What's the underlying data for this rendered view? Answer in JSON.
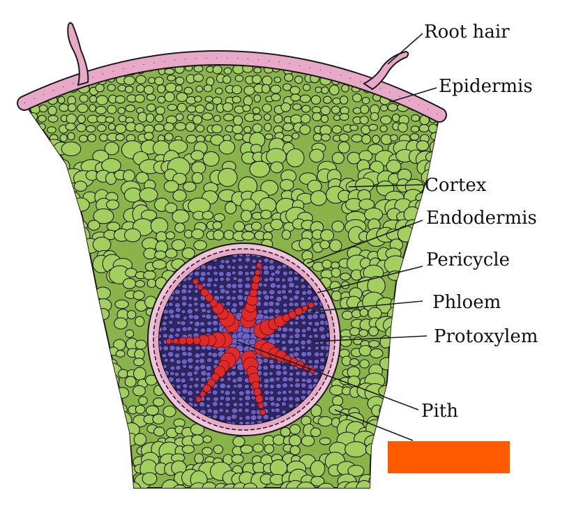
{
  "diagram": {
    "labels": {
      "root_hair": "Root  hair",
      "epidermis": "Epidermis",
      "cortex": "Cortex",
      "endodermis": "Endodermis",
      "pericycle": "Pericycle",
      "phloem": "Phloem",
      "protoxylem": "Protoxylem",
      "pith": "Pith"
    },
    "colors": {
      "cortex_cell": "#a3cf5e",
      "cortex_outline": "#1a1a1a",
      "epidermis": "#e8a9c8",
      "pericycle": "#e8a9c8",
      "stele": "#3a2f7a",
      "phloem_cell": "#6e62c4",
      "xylem": "#e02a2a",
      "label_mask": "#ff5a00"
    },
    "xylem_arm_count": 7
  }
}
